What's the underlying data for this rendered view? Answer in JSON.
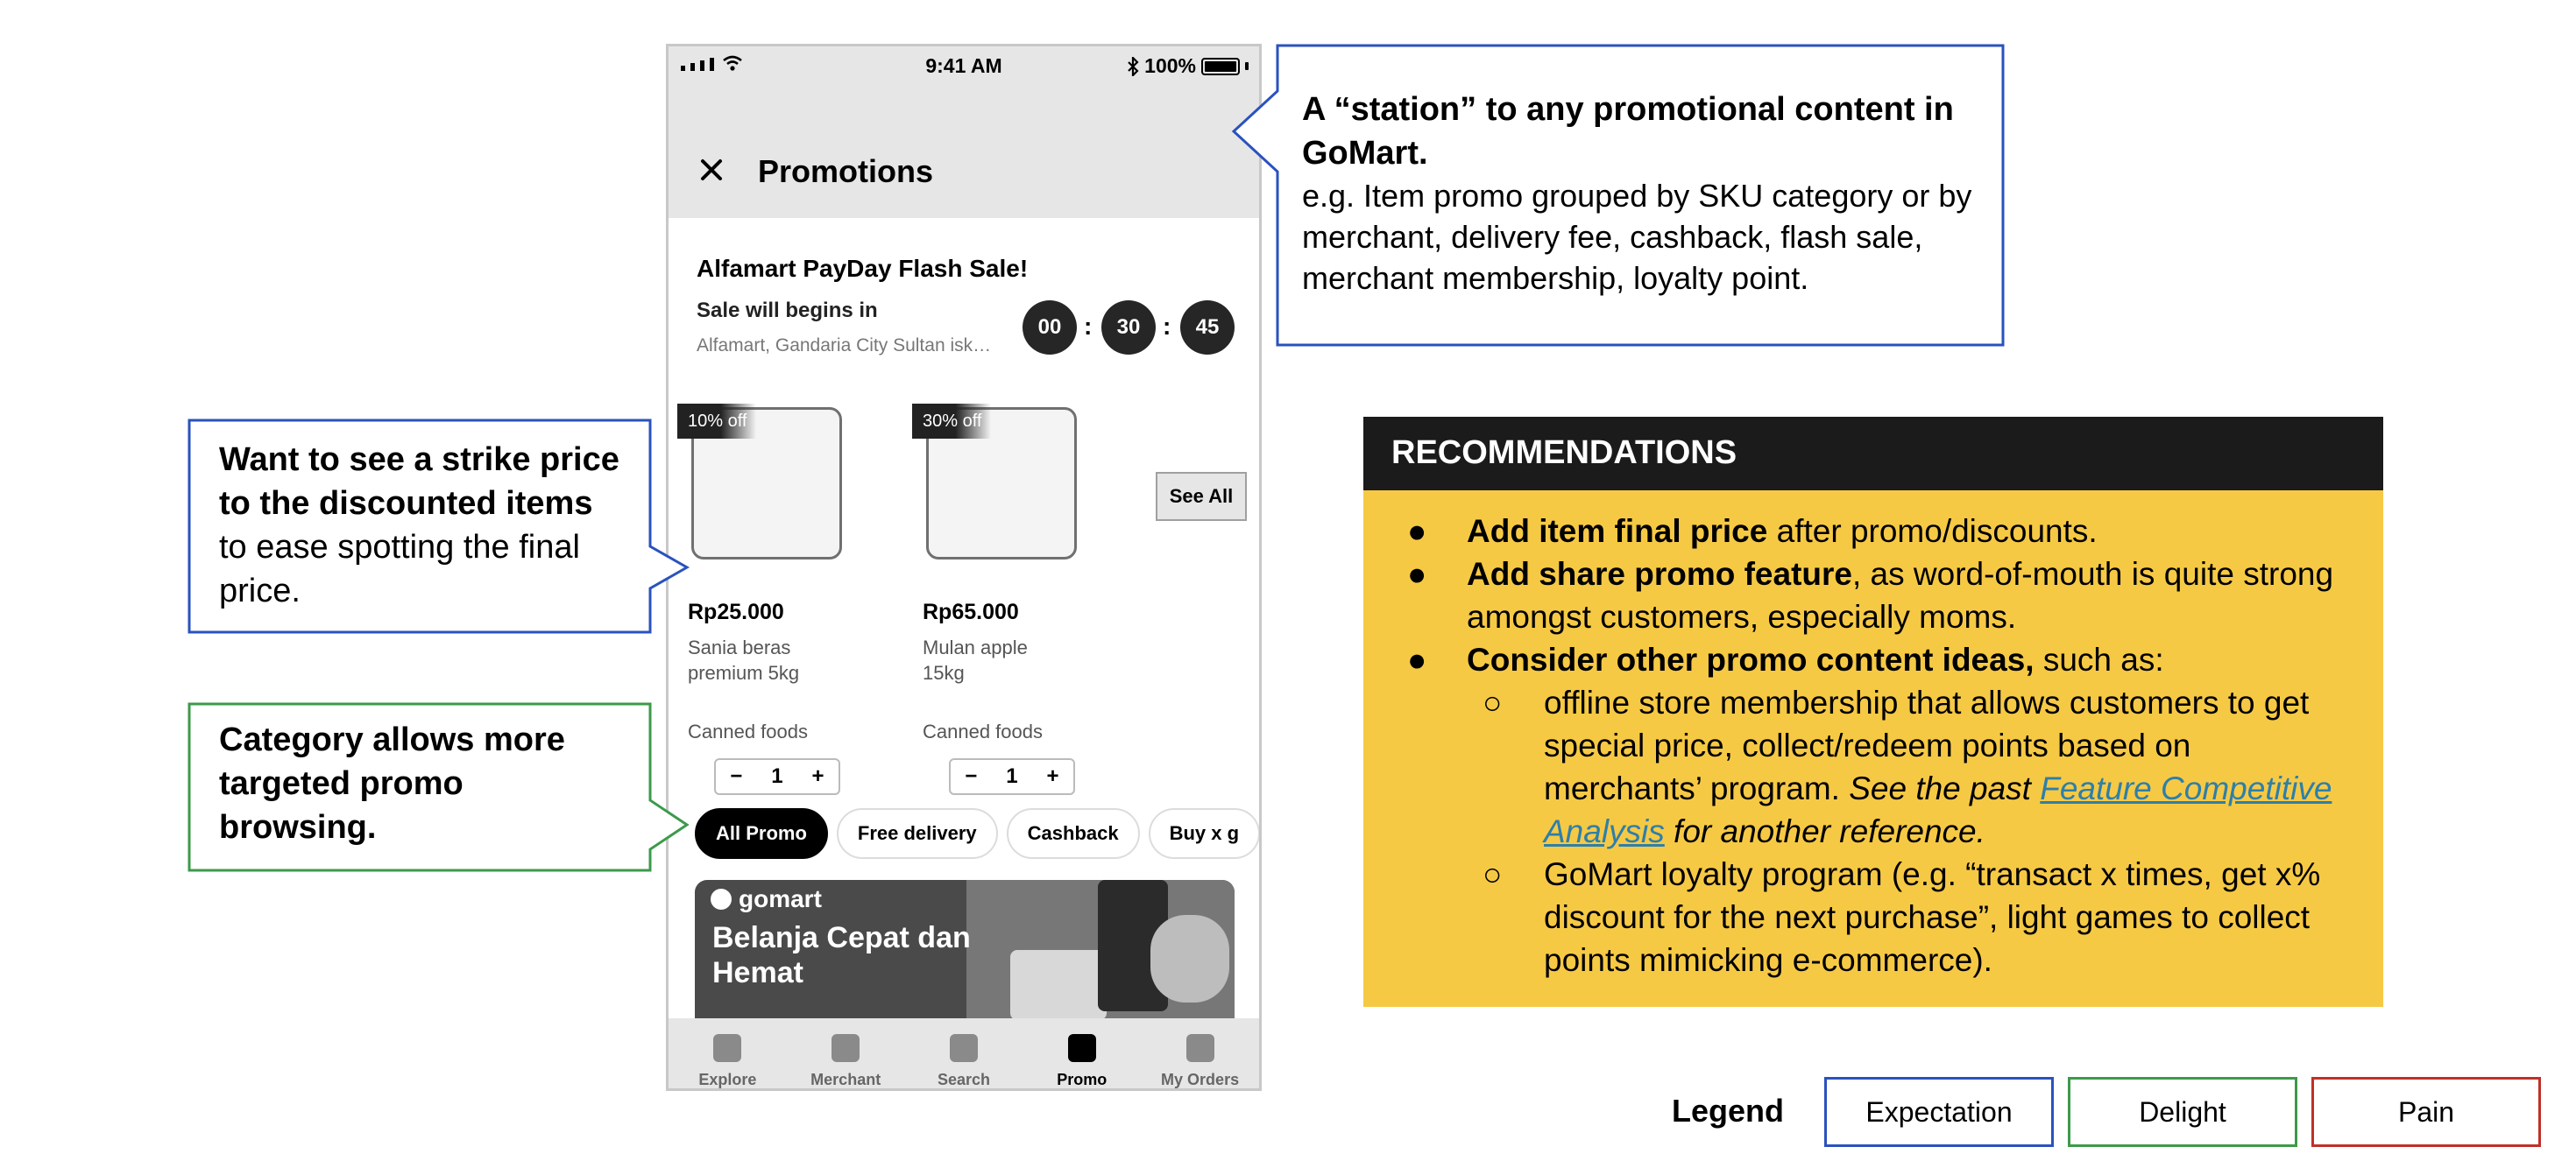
{
  "phone": {
    "status": {
      "time": "9:41 AM",
      "battery": "100%"
    },
    "title": "Promotions",
    "flash_sale": {
      "title": "Alfamart PayDay Flash Sale!",
      "subtitle": "Sale will begins in",
      "location": "Alfamart, Gandaria City Sultan iska...",
      "countdown": [
        "00",
        "30",
        "45"
      ]
    },
    "products": [
      {
        "badge": "10% off",
        "price": "Rp25.000",
        "name": "Sania beras premium 5kg",
        "category": "Canned foods",
        "qty": "1"
      },
      {
        "badge": "30% off",
        "price": "Rp65.000",
        "name": "Mulan apple 15kg",
        "category": "Canned foods",
        "qty": "1"
      }
    ],
    "see_all": "See All",
    "chips": [
      "All Promo",
      "Free delivery",
      "Cashback",
      "Buy x g"
    ],
    "banner": {
      "logo": "gomart",
      "headline": "Belanja Cepat dan Hemat"
    },
    "tabs": [
      "Explore",
      "Merchant",
      "Search",
      "Promo",
      "My Orders"
    ],
    "active_tab": "Promo"
  },
  "callouts": {
    "station": {
      "heading": "A “station” to any promotional content in GoMart.",
      "body": "e.g. Item promo grouped by SKU category or by merchant, delivery fee, cashback, flash sale, merchant membership, loyalty point.",
      "type": "Expectation"
    },
    "strike_price": {
      "bold": "Want to see a strike price to the discounted items",
      "rest": " to ease spotting the final price.",
      "type": "Expectation"
    },
    "category": {
      "text": "Category allows more targeted promo browsing.",
      "type": "Delight"
    }
  },
  "recommendations": {
    "title": "RECOMMENDATIONS",
    "bullet": "●",
    "sub_bullet": "○",
    "items": [
      {
        "bold": "Add item final price",
        "rest": " after promo/discounts."
      },
      {
        "bold": "Add share promo feature",
        "rest": ", as word-of-mouth is quite strong amongst customers, especially moms."
      },
      {
        "bold": "Consider other promo content ideas,",
        "rest": " such as:"
      }
    ],
    "sub_items": [
      {
        "text": "offline store membership that allows customers to get special price, collect/redeem points based on merchants’ program. ",
        "italic_pre": "See the past ",
        "link": "Feature Competitive Analysis",
        "italic_post": " for another reference."
      },
      {
        "text": "GoMart loyalty program (e.g. “transact x times, get x% discount for the next purchase”, light games to collect points mimicking e-commerce)."
      }
    ]
  },
  "legend": {
    "label": "Legend",
    "items": [
      {
        "name": "Expectation",
        "color": "#2a52be"
      },
      {
        "name": "Delight",
        "color": "#3c9a4a"
      },
      {
        "name": "Pain",
        "color": "#c0302a"
      }
    ]
  },
  "colors": {
    "accent_yellow": "#f6c945",
    "header_dark": "#1b1b1b",
    "link": "#2e7fa8"
  }
}
